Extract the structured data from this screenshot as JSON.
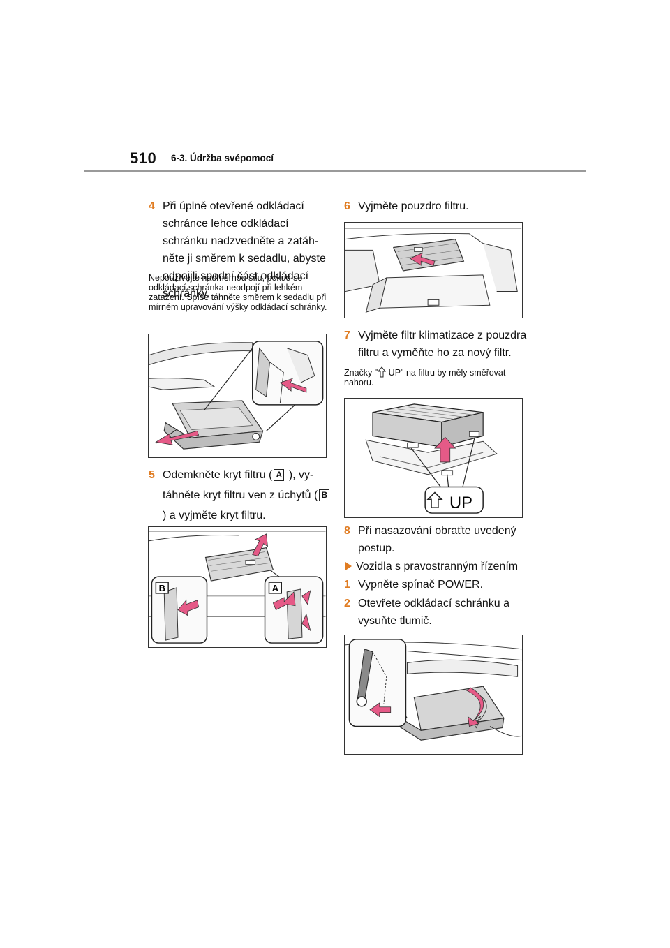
{
  "header": {
    "page_number": "510",
    "section": "6-3. Údržba svépomocí"
  },
  "left": {
    "step4": {
      "num": "4",
      "text": "Při úplně otevřené odkládací schránce lehce odkládací schránku nadzvedněte a zatáh­něte ji směrem k sedadlu, abyste odpojili spodní část odkládací schránky."
    },
    "note4": "Nepoužívejte nadměrnou sílu, pokud se odkládací schránka neodpojí při lehkém zatažení. Spíše táhněte směrem k seda­dlu při mírném upravování výšky odklá­dací schránky.",
    "step5": {
      "num": "5",
      "part1": "Odemkněte kryt filtru (",
      "label_a": "A",
      "part2": " ), vy­táhněte kryt filtru ven z úchytů (",
      "label_b": "B",
      "part3": " ) a vyjměte kryt filtru."
    },
    "fig2": {
      "label_b": "B",
      "label_a": "A"
    }
  },
  "right": {
    "step6": {
      "num": "6",
      "text": "Vyjměte pouzdro filtru."
    },
    "step7": {
      "num": "7",
      "text": "Vyjměte filtr klimatizace z pouzd­ra filtru a vyměňte ho za nový filtr."
    },
    "note7": {
      "part1": "Značky \"",
      "part2": " UP\" na filtru by měly směřo­vat nahoru."
    },
    "fig4": {
      "up_label": "UP"
    },
    "step8": {
      "num": "8",
      "text": "Při nasazování obraťte uvedený postup."
    },
    "subheading": "Vozidla s pravostranným řízením",
    "rstep1": {
      "num": "1",
      "text": "Vypněte spínač POWER."
    },
    "rstep2": {
      "num": "2",
      "text": "Otevřete odkládací schránku a vysuňte tlumič."
    }
  },
  "colors": {
    "accent": "#e07c22",
    "rule": "#9a9a9a",
    "arrow": "#e55a87"
  }
}
